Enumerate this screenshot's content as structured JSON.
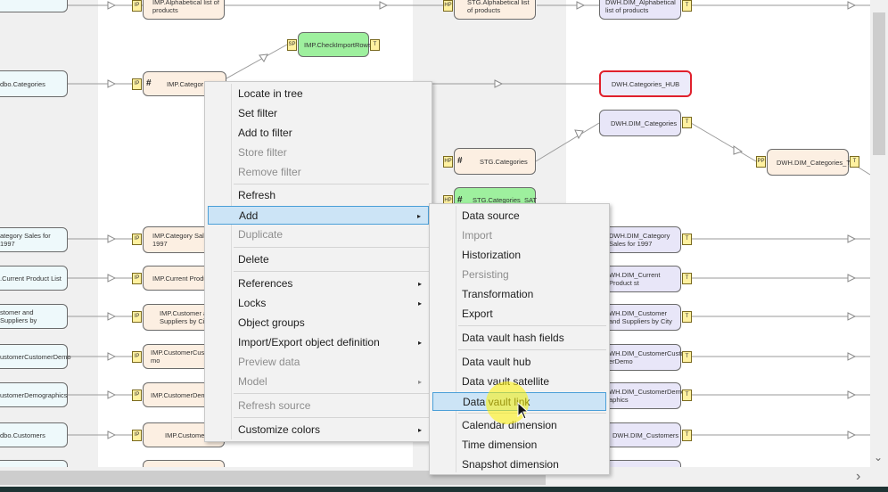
{
  "nodes": {
    "src_alphabetical": "",
    "src_categories": "dbo.Categories",
    "src_category_sales": "ategory Sales for 1997",
    "src_current_product": ".Current Product List",
    "src_customer_suppliers": "stomer and Suppliers by",
    "src_customer_demo": "ustomerCustomerDemo",
    "src_customer_demographics": "ustomerDemographics",
    "src_customers": "dbo.Customers",
    "imp_alphabetical": "IMP.Alphabetical list of products",
    "imp_categories": "IMP.Categor",
    "imp_check_import_rows": "IMP.CheckImportRows",
    "imp_category_sales": "IMP.Category Sales 1997",
    "imp_current_product": "IMP.Current Product",
    "imp_customer_suppliers": "IMP.Customer a Suppliers by City",
    "imp_customer_demo": "IMP.CustomerCusto mo",
    "imp_customer_demographics": "IMP.CustomerDemo cs",
    "imp_customers": "IMP.Customers",
    "stg_alphabetical": "STG.Alphabetical list of products",
    "stg_categories": "STG.Categories",
    "stg_categories_sat": "STG.Categories_SAT",
    "dwh_alphabetical": "DWH.DIM_Alphabetical list of products",
    "dwh_categories_hub": "DWH.Categories_HUB",
    "dwh_dim_categories": "DWH.DIM_Categories",
    "dwh_dim_categories_t": "DWH.DIM_Categories_T",
    "dwh_category_sales": "DWH.DIM_Category Sales for 1997",
    "dwh_current_product": "WH.DIM_Current Product st",
    "dwh_customer_suppliers": "WH.DIM_Customer and Suppliers by City",
    "dwh_customer_demo": "WH.DIM_CustomerCusto erDemo",
    "dwh_customer_demographics": "WH.DIM_CustomerDemo aphics",
    "dwh_customers": "DWH.DIM_Customers"
  },
  "tags": {
    "ip": "IP",
    "hp": "HP",
    "sp": "SP",
    "t": "T",
    "pp": "PP",
    "hash": "#"
  },
  "context_menu": {
    "locate_in_tree": "Locate in tree",
    "set_filter": "Set filter",
    "add_to_filter": "Add to filter",
    "store_filter": "Store filter",
    "remove_filter": "Remove filter",
    "refresh": "Refresh",
    "add": "Add",
    "duplicate": "Duplicate",
    "delete": "Delete",
    "references": "References",
    "locks": "Locks",
    "object_groups": "Object groups",
    "import_export": "Import/Export object definition",
    "preview_data": "Preview data",
    "model": "Model",
    "refresh_source": "Refresh source",
    "customize_colors": "Customize colors"
  },
  "add_submenu": {
    "data_source": "Data source",
    "import": "Import",
    "historization": "Historization",
    "persisting": "Persisting",
    "transformation": "Transformation",
    "export": "Export",
    "dv_hash_fields": "Data vault hash fields",
    "dv_hub": "Data vault hub",
    "dv_satellite": "Data vault satellite",
    "dv_link": "Data vault link",
    "calendar_dimension": "Calendar dimension",
    "time_dimension": "Time dimension",
    "snapshot_dimension": "Snapshot dimension"
  },
  "icons": {
    "submenu_caret": "▸",
    "scroll_right": "›",
    "scroll_down": "⌄"
  },
  "colors": {
    "highlight_border": "#e0202c",
    "menu_highlight": "#cce4f6",
    "sat_green": "#9ef09e"
  }
}
